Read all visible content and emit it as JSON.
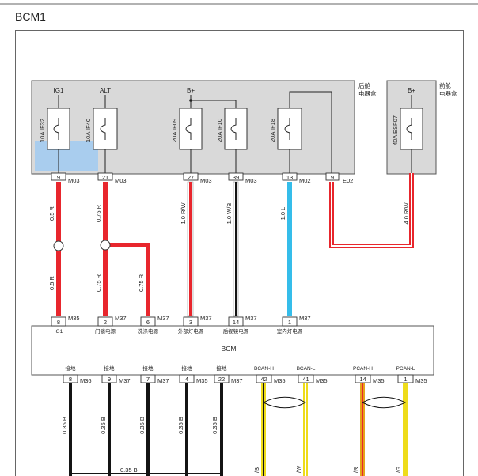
{
  "title": "BCM1",
  "colors": {
    "red": "#e8262d",
    "cyan": "#35bdea",
    "grey": "#9a9a9a",
    "black": "#141414",
    "yellow": "#eedc1a",
    "orange": "#e6a21a",
    "box": "#d9d9d9",
    "highlight": "#a9cdee"
  },
  "rear_box": {
    "label_line1": "后舱",
    "label_line2": "电器盒"
  },
  "front_box": {
    "label_line1": "前舱",
    "label_line2": "电器盒"
  },
  "fuses": [
    {
      "id": "ig1",
      "supply": "IG1",
      "rating": "10A",
      "name": "IF32"
    },
    {
      "id": "alt",
      "supply": "ALT",
      "rating": "10A",
      "name": "IF40"
    },
    {
      "id": "if09",
      "supply": "B+",
      "rating": "20A",
      "name": "IF09"
    },
    {
      "id": "if10",
      "supply": "",
      "rating": "20A",
      "name": "IF10"
    },
    {
      "id": "if18",
      "supply": "",
      "rating": "20A",
      "name": "IF18"
    },
    {
      "id": "esf07",
      "supply": "B+",
      "rating": "40A",
      "name": "ESF07"
    }
  ],
  "top_pins": [
    {
      "id": "p9",
      "pin": "9",
      "conn": "M03"
    },
    {
      "id": "p21",
      "pin": "21",
      "conn": "M03"
    },
    {
      "id": "p27",
      "pin": "27",
      "conn": "M03"
    },
    {
      "id": "p39",
      "pin": "39",
      "conn": "M03"
    },
    {
      "id": "p13",
      "pin": "13",
      "conn": "M02"
    },
    {
      "id": "pe9",
      "pin": "9",
      "conn": "E02"
    }
  ],
  "wire_labels": [
    {
      "id": "w1",
      "text": "0.5 R"
    },
    {
      "id": "w2",
      "text": "0.5 R"
    },
    {
      "id": "w3",
      "text": "0.75 R"
    },
    {
      "id": "w4",
      "text": "0.75 R"
    },
    {
      "id": "w5",
      "text": "0.75 R"
    },
    {
      "id": "w6",
      "text": "1.0 R/W"
    },
    {
      "id": "w7",
      "text": "1.0 W/B"
    },
    {
      "id": "w8",
      "text": "1.0 L"
    },
    {
      "id": "w9",
      "text": "4.0 R/W"
    },
    {
      "id": "w10",
      "text": "0.35 B"
    },
    {
      "id": "w11",
      "text": "0.35 B"
    },
    {
      "id": "w12",
      "text": "0.35 B"
    },
    {
      "id": "w13",
      "text": "0.35 B"
    },
    {
      "id": "w14",
      "text": "0.35 B"
    }
  ],
  "bcm": {
    "label": "BCM",
    "inputs": [
      {
        "id": "i8",
        "pin": "8",
        "conn": "M35",
        "name": "IG1"
      },
      {
        "id": "i2",
        "pin": "2",
        "conn": "M37",
        "name": "门锁电源"
      },
      {
        "id": "i6",
        "pin": "6",
        "conn": "M37",
        "name": "洗涤电源"
      },
      {
        "id": "i3",
        "pin": "3",
        "conn": "M37",
        "name": "外部灯电源"
      },
      {
        "id": "i14",
        "pin": "14",
        "conn": "M37",
        "name": "后视镜电源"
      },
      {
        "id": "i1",
        "pin": "1",
        "conn": "M37",
        "name": "室内灯电源"
      }
    ],
    "outputs": [
      {
        "id": "o8",
        "pin": "8",
        "conn": "M36",
        "name": "接地"
      },
      {
        "id": "o9",
        "pin": "9",
        "conn": "M37",
        "name": "接地"
      },
      {
        "id": "o7",
        "pin": "7",
        "conn": "M37",
        "name": "接地"
      },
      {
        "id": "o4",
        "pin": "4",
        "conn": "M35",
        "name": "接地"
      },
      {
        "id": "o22",
        "pin": "22",
        "conn": "M37",
        "name": "接地"
      },
      {
        "id": "o42",
        "pin": "42",
        "conn": "M35",
        "name": "BCAN-H"
      },
      {
        "id": "o41",
        "pin": "41",
        "conn": "M35",
        "name": "BCAN-L"
      },
      {
        "id": "o14",
        "pin": "14",
        "conn": "M35",
        "name": "PCAN-H"
      },
      {
        "id": "o1",
        "pin": "1",
        "conn": "M35",
        "name": "PCAN-L"
      }
    ]
  },
  "bottom_wire_codes": [
    {
      "id": "b1",
      "text": "/B"
    },
    {
      "id": "b2",
      "text": "/W"
    },
    {
      "id": "b3",
      "text": "/R"
    },
    {
      "id": "b4",
      "text": "/G"
    }
  ]
}
